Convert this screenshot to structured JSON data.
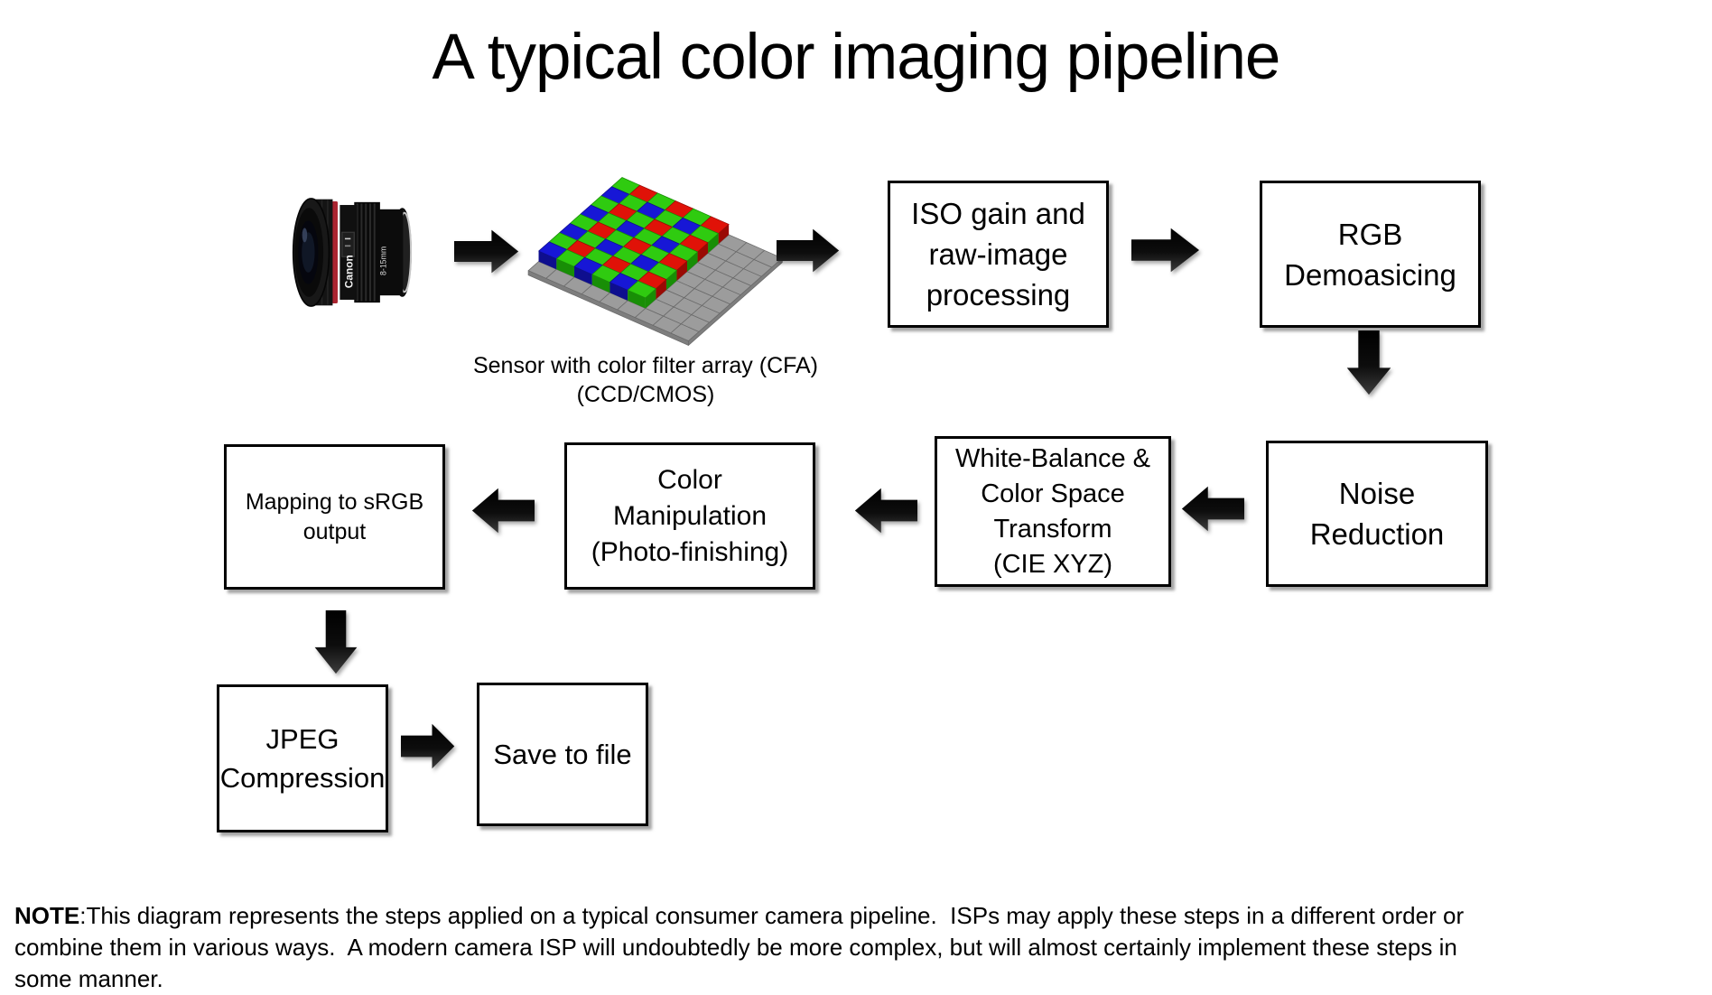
{
  "title": "A typical color imaging pipeline",
  "lens": {
    "brand": "Canon",
    "spec": "8-15mm"
  },
  "sensor": {
    "caption": "Sensor with color filter array  (CFA)\n(CCD/CMOS)",
    "bayer_rows": [
      "GRGRGR",
      "BGBGBG",
      "GRGRGR",
      "BGBGBG",
      "GRGRGR",
      "BGBGBG",
      "GRGRGR",
      "BGBGBG"
    ],
    "plane_cols": 9,
    "plane_rows": 9,
    "colors": {
      "green_top": "#2FCB10",
      "green_side": "#188E06",
      "red_top": "#E01208",
      "red_side": "#9A0A04",
      "blue_top": "#1717D6",
      "blue_side": "#0E0E8E",
      "gray_top": "#9C9C9C",
      "gray_line": "#6A6A6A",
      "gray_edge": "#7E7E7E"
    }
  },
  "boxes": {
    "iso_gain": "ISO gain and\nraw-image\nprocessing",
    "rgb_demosaicing": "RGB\nDemoasicing",
    "noise_reduction": "Noise\nReduction",
    "white_balance": "White-Balance &\nColor Space\nTransform\n(CIE XYZ)",
    "color_manipulation": "Color\nManipulation\n(Photo-finishing)",
    "mapping_srgb": "Mapping to sRGB\noutput",
    "jpeg_compression": "JPEG\nCompression",
    "save_to_file": "Save to file"
  },
  "note": {
    "label": "NOTE",
    "body": ":This diagram represents the steps applied on a typical consumer camera pipeline.  ISPs may apply these steps in a different order or\ncombine them in various ways.  A modern camera ISP will undoubtedly be more complex, but will almost certainly implement these steps in\nsome manner."
  },
  "arrow_color": "#000000"
}
